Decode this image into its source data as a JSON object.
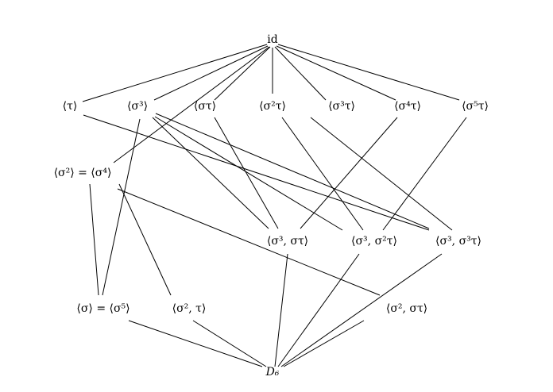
{
  "title": "Subgroup lattice of D6",
  "nodes": {
    "id": "id",
    "tau": "⟨τ⟩",
    "s3": "⟨σ³⟩",
    "st": "⟨στ⟩",
    "s2t": "⟨σ²τ⟩",
    "s3t": "⟨σ³τ⟩",
    "s4t": "⟨σ⁴τ⟩",
    "s5t": "⟨σ⁵τ⟩",
    "s2": "⟨σ²⟩ = ⟨σ⁴⟩",
    "s3_st": "⟨σ³, στ⟩",
    "s3_s2t": "⟨σ³, σ²τ⟩",
    "s3_s3t": "⟨σ³, σ³τ⟩",
    "s": "⟨σ⟩ = ⟨σ⁵⟩",
    "s2_t": "⟨σ², τ⟩",
    "s2_st": "⟨σ², στ⟩",
    "d6": "D₆"
  },
  "edges": [
    [
      "id",
      "tau"
    ],
    [
      "id",
      "s3"
    ],
    [
      "id",
      "s2"
    ],
    [
      "id",
      "st"
    ],
    [
      "id",
      "s2t"
    ],
    [
      "id",
      "s3t"
    ],
    [
      "id",
      "s4t"
    ],
    [
      "id",
      "s5t"
    ],
    [
      "tau",
      "s3_s3t"
    ],
    [
      "s3",
      "s"
    ],
    [
      "s3",
      "s3_st"
    ],
    [
      "s3",
      "s3_s2t"
    ],
    [
      "s3",
      "s3_s3t"
    ],
    [
      "st",
      "s3_st"
    ],
    [
      "s2t",
      "s3_s2t"
    ],
    [
      "s3t",
      "s3_s3t"
    ],
    [
      "s4t",
      "s3_st"
    ],
    [
      "s5t",
      "s3_s2t"
    ],
    [
      "s2",
      "s"
    ],
    [
      "s2",
      "s2_t"
    ],
    [
      "s2",
      "s2_st"
    ],
    [
      "s3_st",
      "d6"
    ],
    [
      "s3_s2t",
      "d6"
    ],
    [
      "s3_s3t",
      "d6"
    ],
    [
      "s",
      "d6"
    ],
    [
      "s2_t",
      "d6"
    ],
    [
      "s2_st",
      "d6"
    ]
  ]
}
